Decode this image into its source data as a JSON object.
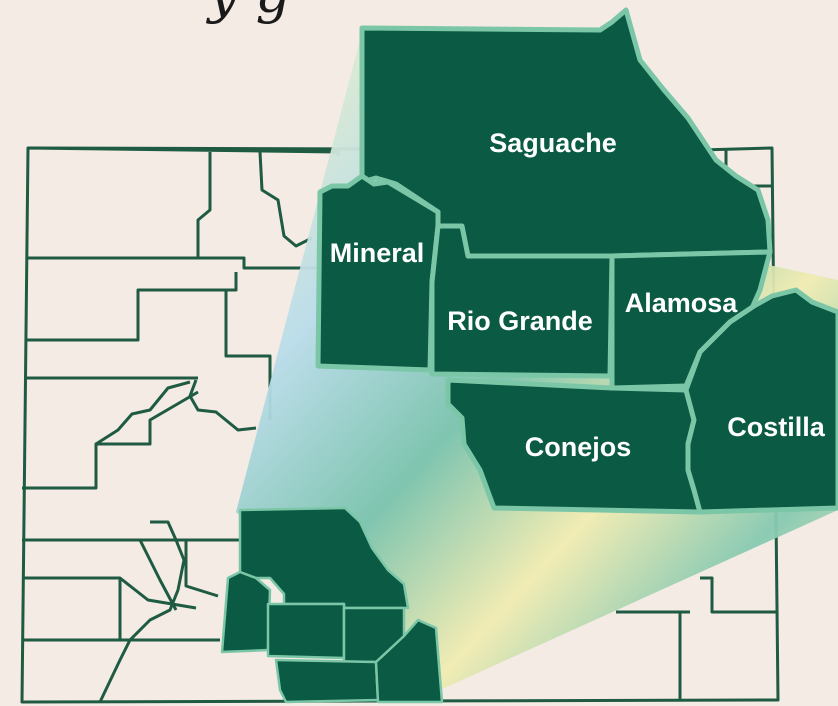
{
  "header": {
    "title_fragment": "y g"
  },
  "counties": [
    {
      "id": "saguache",
      "name": "Saguache"
    },
    {
      "id": "mineral",
      "name": "Mineral"
    },
    {
      "id": "rio-grande",
      "name": "Rio Grande"
    },
    {
      "id": "alamosa",
      "name": "Alamosa"
    },
    {
      "id": "conejos",
      "name": "Conejos"
    },
    {
      "id": "costilla",
      "name": "Costilla"
    }
  ],
  "colors": {
    "background": "#f3ebe4",
    "county_fill": "#0b5a44",
    "county_border": "#7cc6a8",
    "state_outline": "#1f5a42",
    "callout_yellow": "#f1ecb1",
    "callout_teal": "#6fbfa9",
    "callout_blue": "#b9dcea"
  }
}
